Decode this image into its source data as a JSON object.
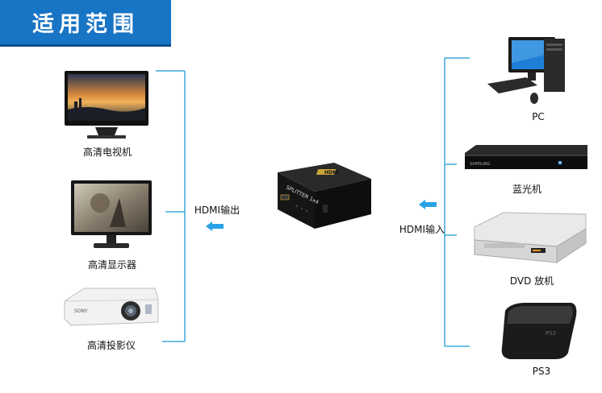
{
  "banner": {
    "title": "适用范围"
  },
  "outputs": {
    "label": "HDMI输出",
    "devices": [
      {
        "label": "高清电视机",
        "icon": "tv-icon"
      },
      {
        "label": "高清显示器",
        "icon": "monitor-icon"
      },
      {
        "label": "高清投影仪",
        "icon": "projector-icon"
      }
    ]
  },
  "inputs": {
    "label": "HDMI输入",
    "devices": [
      {
        "label": "PC",
        "icon": "pc-icon"
      },
      {
        "label": "蓝光机",
        "icon": "bluray-player-icon"
      },
      {
        "label": "DVD 放机",
        "icon": "dvd-player-icon"
      },
      {
        "label": "PS3",
        "icon": "ps3-console-icon"
      }
    ]
  },
  "splitter": {
    "brand": "HDMI",
    "model": "SPLITTER 1x4"
  },
  "products": {
    "bluray_brand": "SAMSUNG",
    "projector_brand": "SONY"
  },
  "colors": {
    "accent": "#1874c4",
    "line": "#3aa8dc",
    "arrow": "#2aa2e8"
  }
}
